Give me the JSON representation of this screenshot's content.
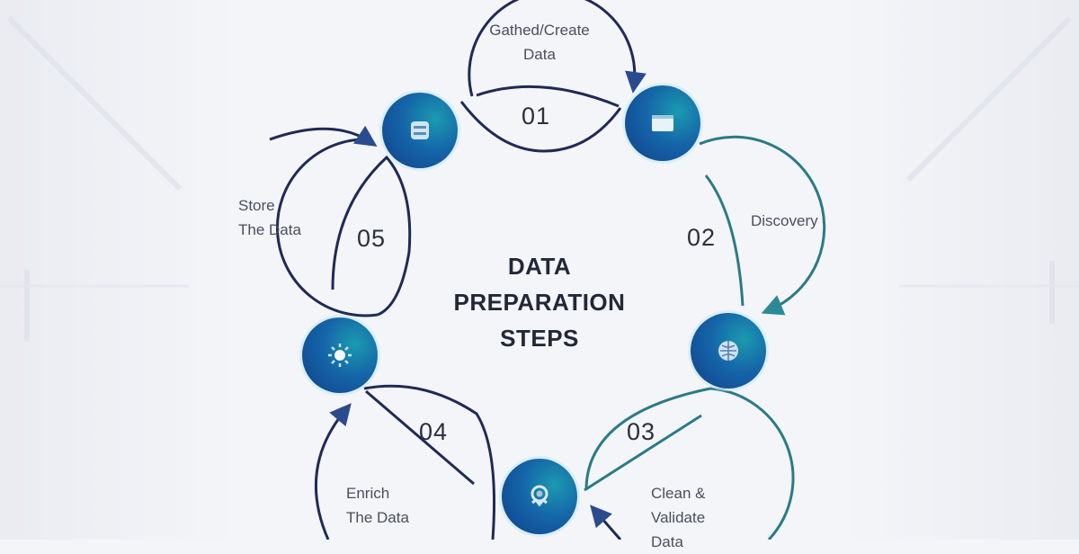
{
  "diagram": {
    "title_lines": [
      "DATA",
      "PREPARATION",
      "STEPS"
    ],
    "colors": {
      "node_dark": "#123f8a",
      "node_mid": "#1565a8",
      "node_teal": "#1b9ab0",
      "ring_navy": "#1f2a55",
      "ring_teal": "#2b7a86",
      "text": "#4a4f5c",
      "title": "#232838",
      "background": "#f3f5f9"
    },
    "steps": [
      {
        "number": "01",
        "label_lines": [
          "Gathed/Create",
          "Data"
        ],
        "icon": "browser-window-icon"
      },
      {
        "number": "02",
        "label_lines": [
          "Discovery"
        ],
        "icon": "globe-icon"
      },
      {
        "number": "03",
        "label_lines": [
          "Clean &",
          "Validate",
          "Data"
        ],
        "icon": "badge-check-icon"
      },
      {
        "number": "04",
        "label_lines": [
          "Enrich",
          "The Data"
        ],
        "icon": "lightbulb-icon"
      },
      {
        "number": "05",
        "label_lines": [
          "Store",
          "The Data"
        ],
        "icon": "database-icon"
      }
    ]
  }
}
